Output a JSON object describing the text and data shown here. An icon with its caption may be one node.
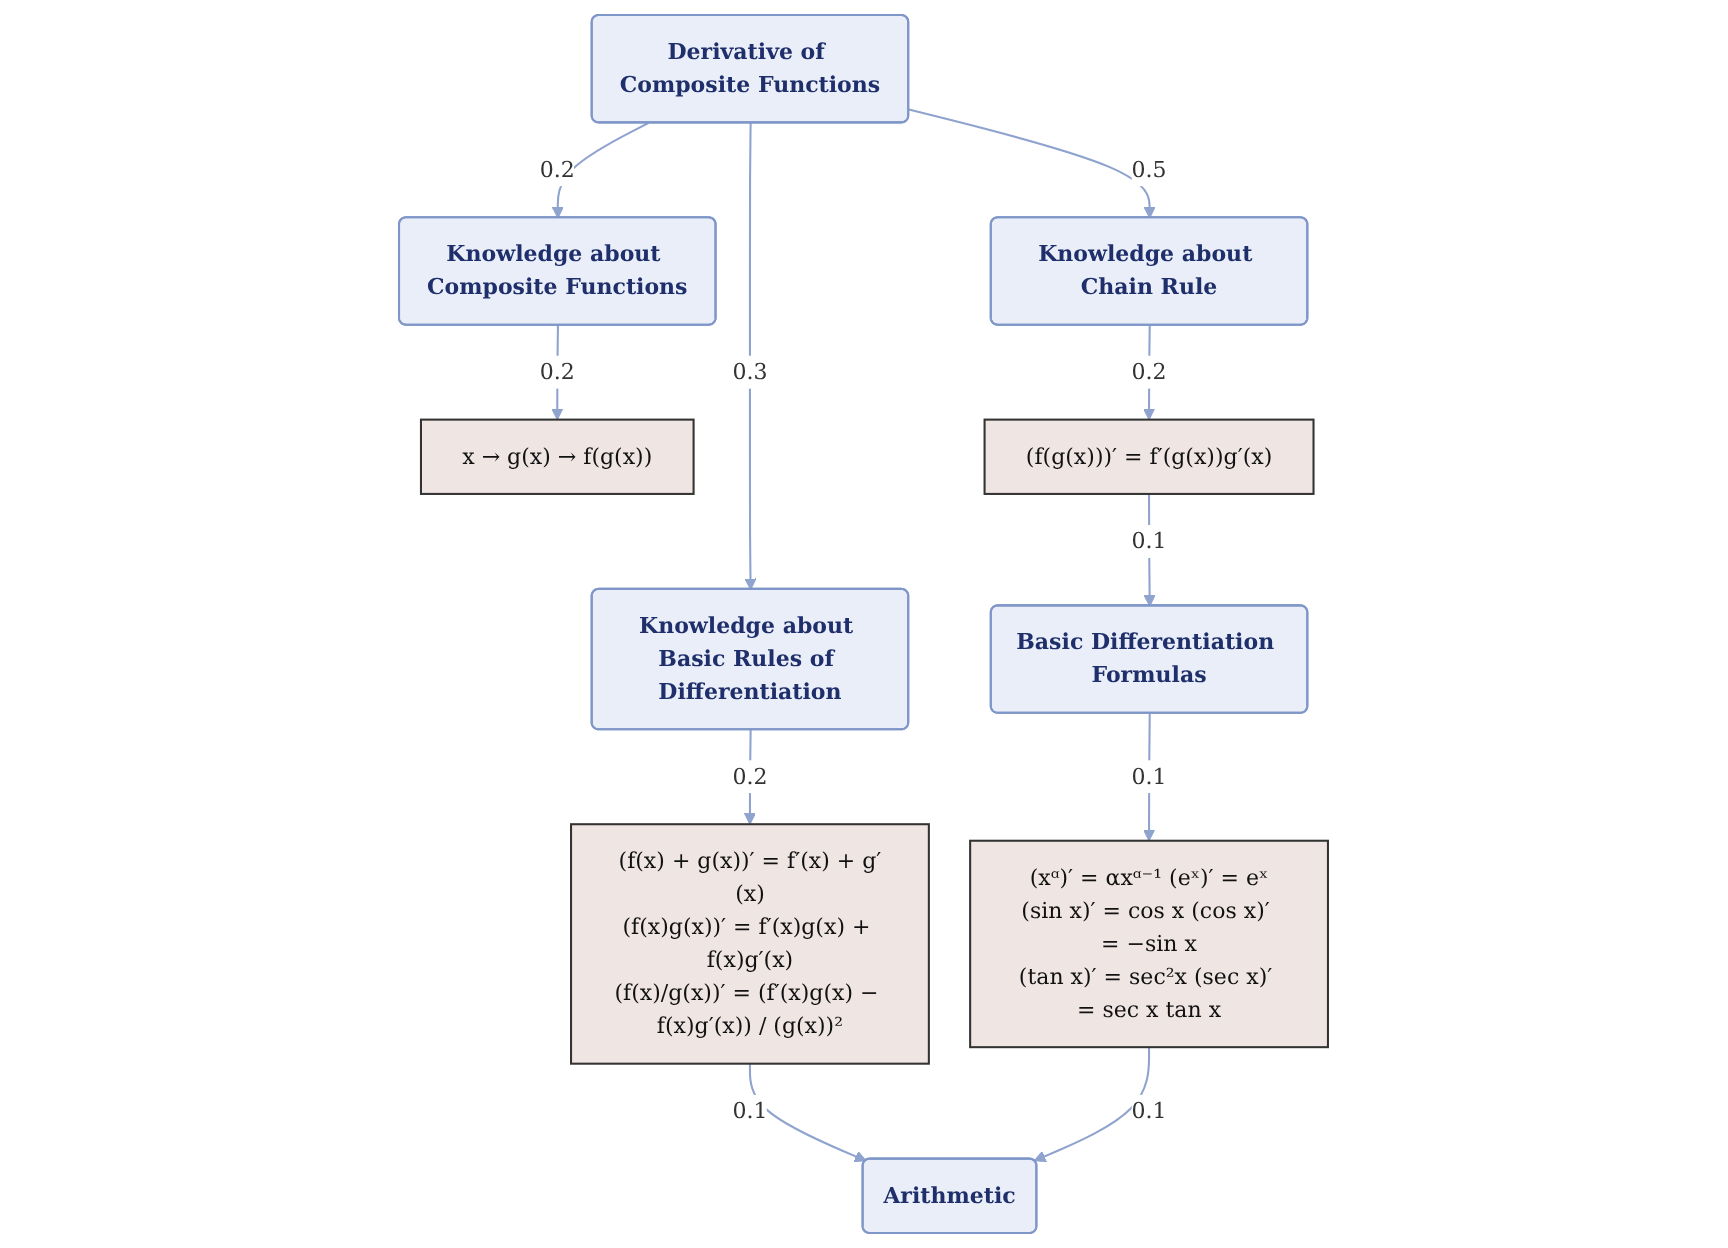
{
  "diagram": {
    "nodes": [
      {
        "text": [
          "Derivative of Composite Functions"
        ]
      },
      {
        "text": [
          "Knowledge about Composite Functions"
        ]
      },
      {
        "text": [
          "Knowledge about Chain Rule"
        ]
      },
      {
        "text": [
          "Knowledge about Basic Rules of Differentiation"
        ]
      },
      {
        "text": [
          "x → g(x) → f(g(x))"
        ]
      },
      {
        "text": [
          "(f(g(x)))′ = f′(g(x))g′(x)"
        ]
      },
      {
        "text": [
          "(f(x) + g(x))′ = f′(x) + g′(x)",
          "(f(x)g(x))′ = f′(x)g(x) + f(x)g′(x)",
          "(f(x)/g(x))′ = (f′(x)g(x) − f(x)g′(x)) / (g(x))²"
        ]
      },
      {
        "text": [
          "Basic Differentiation Formulas"
        ]
      },
      {
        "text": [
          "(xᵅ)′ = αxᵅ⁻¹ (eˣ)′ = eˣ",
          "(sin x)′ = cos x (cos x)′ = −sin x",
          "(tan x)′ = sec²x (sec x)′ = sec x tan x"
        ]
      },
      {
        "text": [
          "Arithmetic"
        ]
      }
    ],
    "edges": [
      {
        "from": 0,
        "to": 1,
        "arrow": "to",
        "label": "0.2"
      },
      {
        "from": 0,
        "to": 2,
        "arrow": "to",
        "label": "0.5"
      },
      {
        "from": 0,
        "to": 3,
        "arrow": "to",
        "label": "0.3"
      },
      {
        "from": 1,
        "to": 4,
        "arrow": "to",
        "label": "0.2"
      },
      {
        "from": 2,
        "to": 5,
        "arrow": "to",
        "label": "0.2"
      },
      {
        "from": 3,
        "to": 6,
        "arrow": "to",
        "label": "0.2"
      },
      {
        "from": 5,
        "to": 7,
        "arrow": "to",
        "label": "0.1"
      },
      {
        "from": 6,
        "to": 9,
        "arrow": "to",
        "label": "0.1"
      },
      {
        "from": 7,
        "to": 8,
        "arrow": "to",
        "label": "0.1"
      },
      {
        "from": 8,
        "to": 9,
        "arrow": "to",
        "label": "0.1"
      }
    ]
  }
}
